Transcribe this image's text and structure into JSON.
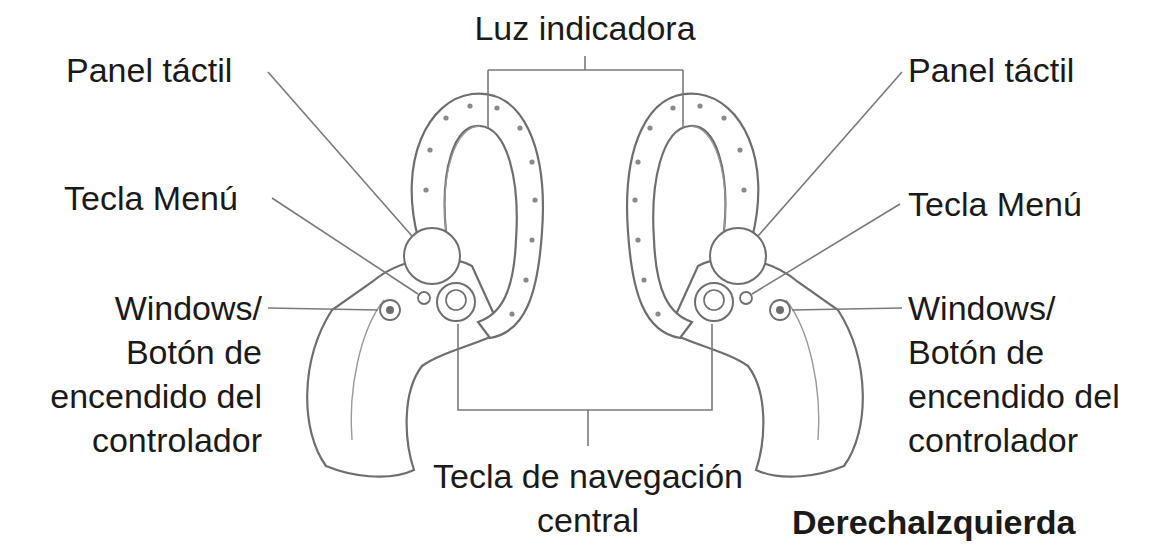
{
  "diagram": {
    "labels": [
      "Luz indicadora",
      "Panel táctil",
      "Panel táctil",
      "Tecla Menú",
      "Tecla Menú",
      "Windows/ Botón de encendido del controlador",
      "Windows/ Botón de encendido del controlador",
      "Tecla de navegación central",
      "DerechaIzquierda"
    ]
  }
}
